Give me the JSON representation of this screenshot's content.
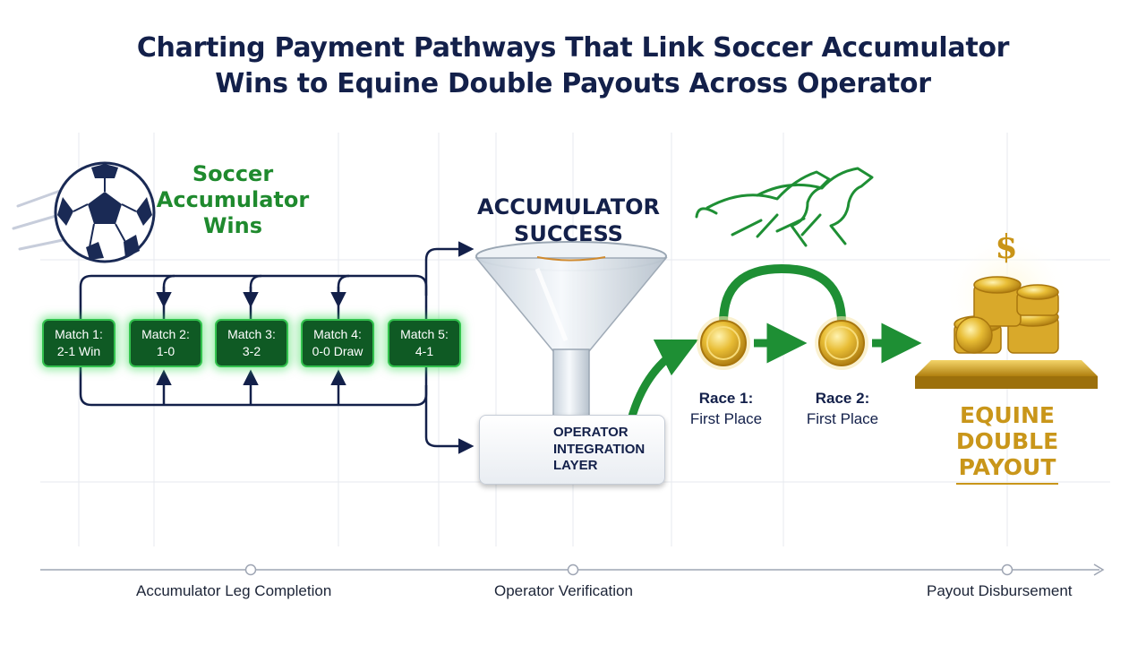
{
  "title": {
    "line1": "Charting Payment Pathways That Link Soccer Accumulator",
    "line2": "Wins to Equine Double Payouts Across Operator"
  },
  "soccer": {
    "title_lines": [
      "Soccer",
      "Accumulator",
      "Wins"
    ],
    "matches": [
      {
        "name": "Match 1:",
        "result": "2-1 Win"
      },
      {
        "name": "Match 2:",
        "result": "1-0"
      },
      {
        "name": "Match 3:",
        "result": "3-2"
      },
      {
        "name": "Match 4:",
        "result": "0-0 Draw"
      },
      {
        "name": "Match 5:",
        "result": "4-1"
      }
    ]
  },
  "accumulator": {
    "title_lines": [
      "ACCUMULATOR",
      "SUCCESS"
    ]
  },
  "operator": {
    "lines": [
      "OPERATOR",
      "INTEGRATION",
      "LAYER"
    ]
  },
  "races": [
    {
      "name": "Race 1:",
      "result": "First Place"
    },
    {
      "name": "Race 2:",
      "result": "First Place"
    }
  ],
  "payout": {
    "symbol": "$",
    "title_lines": [
      "EQUINE",
      "DOUBLE",
      "PAYOUT"
    ]
  },
  "timeline": {
    "stages": [
      "Accumulator Leg Completion",
      "Operator Verification",
      "Payout Disbursement"
    ]
  },
  "colors": {
    "navy": "#13204a",
    "green": "#1f8a2e",
    "match_fill": "#0f5a24",
    "gold": "#c9961a"
  },
  "icons": [
    "soccer-ball-icon",
    "funnel-icon",
    "gears-icon",
    "horses-icon",
    "gold-coin-icon",
    "coin-stack-icon"
  ]
}
